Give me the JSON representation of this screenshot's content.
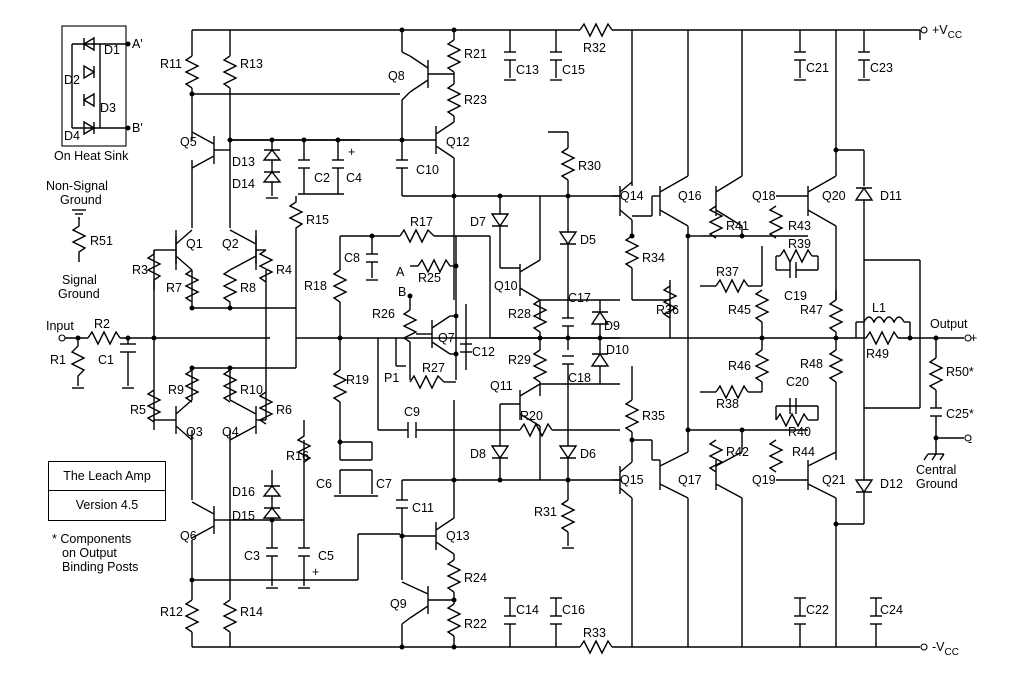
{
  "title": "The Leach Amp",
  "version": "Version 4.5",
  "note_lines": [
    "* Components",
    "on Output",
    "Binding Posts"
  ],
  "heat_sink": {
    "caption": "On Heat Sink",
    "diodes": [
      "D1",
      "D2",
      "D3",
      "D4"
    ],
    "terminals": [
      "A'",
      "B'"
    ]
  },
  "ground_labels": {
    "non_signal_line1": "Non-Signal",
    "non_signal_line2": "Ground",
    "signal_line1": "Signal",
    "signal_line2": "Ground",
    "central_line1": "Central",
    "central_line2": "Ground"
  },
  "rails": {
    "positive": "+V",
    "negative": "-V",
    "subscript": "CC"
  },
  "io": {
    "input": "Input",
    "output": "Output",
    "plus": "+",
    "minus": "-"
  },
  "components": {
    "resistors": [
      "R1",
      "R2",
      "R3",
      "R4",
      "R5",
      "R6",
      "R7",
      "R8",
      "R9",
      "R10",
      "R11",
      "R12",
      "R13",
      "R14",
      "R15",
      "R16",
      "R17",
      "R18",
      "R19",
      "R20",
      "R21",
      "R22",
      "R23",
      "R24",
      "R25",
      "R26",
      "R27",
      "R28",
      "R29",
      "R30",
      "R31",
      "R32",
      "R33",
      "R34",
      "R35",
      "R36",
      "R37",
      "R38",
      "R39",
      "R40",
      "R41",
      "R42",
      "R43",
      "R44",
      "R45",
      "R46",
      "R47",
      "R48",
      "R49",
      "R50*",
      "R51"
    ],
    "capacitors": [
      "C1",
      "C2",
      "C3",
      "C4",
      "C5",
      "C6",
      "C7",
      "C8",
      "C9",
      "C10",
      "C11",
      "C12",
      "C13",
      "C14",
      "C15",
      "C16",
      "C17",
      "C18",
      "C19",
      "C20",
      "C21",
      "C22",
      "C23",
      "C24",
      "C25*"
    ],
    "transistors": [
      "Q1",
      "Q2",
      "Q3",
      "Q4",
      "Q5",
      "Q6",
      "Q7",
      "Q8",
      "Q9",
      "Q10",
      "Q11",
      "Q12",
      "Q13",
      "Q14",
      "Q15",
      "Q16",
      "Q17",
      "Q18",
      "Q19",
      "Q20",
      "Q21"
    ],
    "diodes": [
      "D5",
      "D6",
      "D7",
      "D8",
      "D9",
      "D10",
      "D11",
      "D12",
      "D13",
      "D14",
      "D15",
      "D16"
    ],
    "inductor": "L1",
    "pot": "P1",
    "nodes": [
      "A",
      "B"
    ]
  }
}
